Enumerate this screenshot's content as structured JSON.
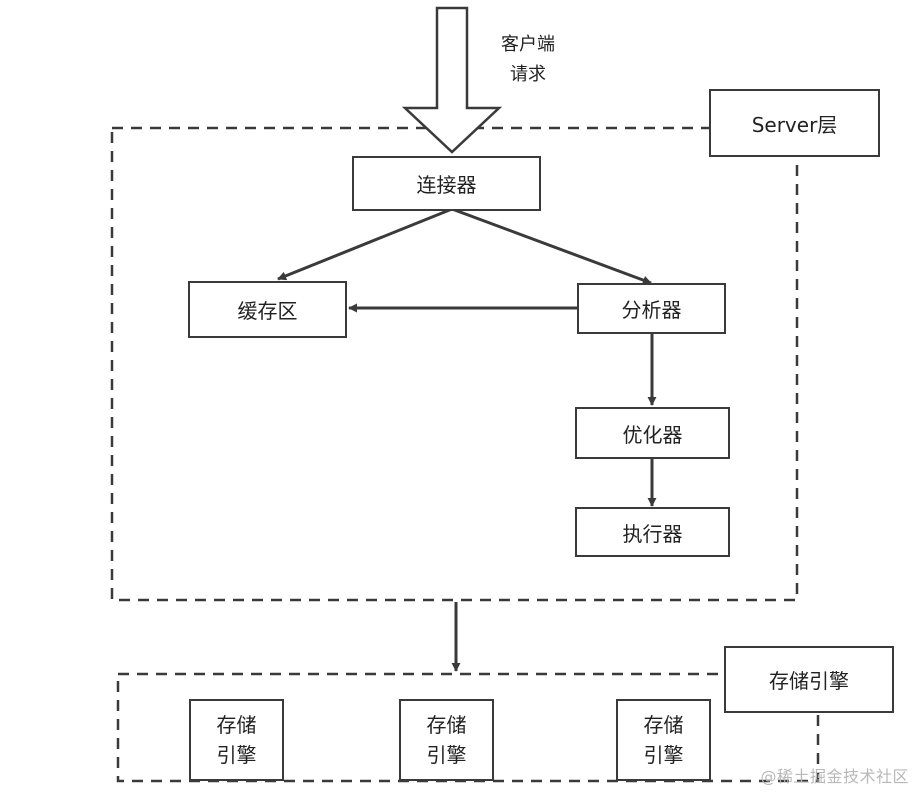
{
  "client_request": {
    "line1": "客户端",
    "line2": "请求"
  },
  "server_layer": {
    "label": "Server层"
  },
  "server_nodes": {
    "connector": "连接器",
    "cache": "缓存区",
    "analyzer": "分析器",
    "optimizer": "优化器",
    "executor": "执行器"
  },
  "storage_layer": {
    "label": "存储引擎"
  },
  "storage_nodes": [
    {
      "line1": "存储",
      "line2": "引擎"
    },
    {
      "line1": "存储",
      "line2": "引擎"
    },
    {
      "line1": "存储",
      "line2": "引擎"
    }
  ],
  "watermark": "@稀土掘金技术社区",
  "colors": {
    "stroke": "#3a3a3a",
    "background": "#ffffff",
    "watermark": "#b8b8b8"
  }
}
